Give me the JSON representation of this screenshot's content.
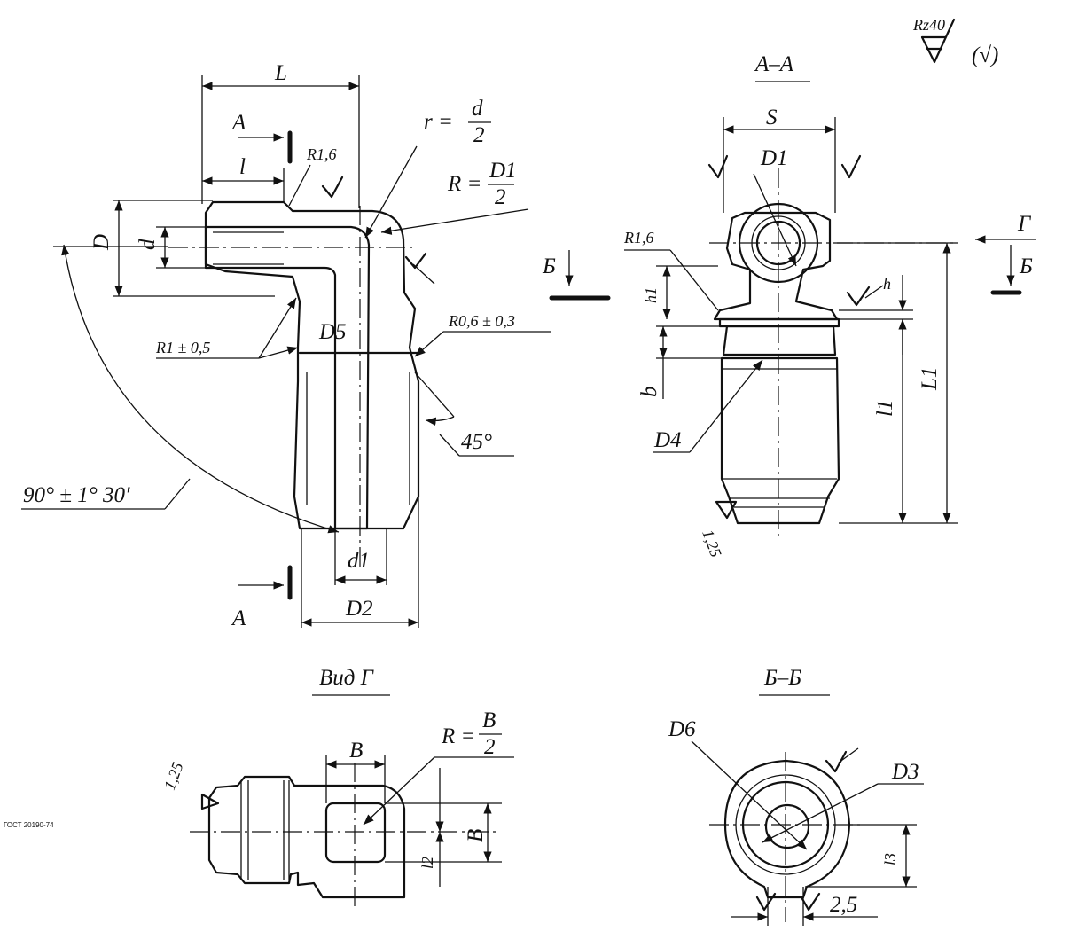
{
  "roughness": {
    "main": "Rz40",
    "bracket": "(√)"
  },
  "main_view": {
    "L": "L",
    "l": "l",
    "D": "D",
    "d": "d",
    "r_label": "r =",
    "r_num": "d",
    "r_den": "2",
    "R_label": "R =",
    "R_num": "D1",
    "R_den": "2",
    "R16": "R1,6",
    "R1": "R1 ± 0,5",
    "R06": "R0,6 ± 0,3",
    "D5": "D5",
    "angle45": "45°",
    "angle90": "90° ± 1° 30′",
    "d1": "d1",
    "D2": "D2",
    "section_A_top": "A",
    "section_A_bottom": "A"
  },
  "section_AA": {
    "title": "A–A",
    "S": "S",
    "D1": "D1",
    "R16": "R1,6",
    "h1": "h1",
    "h": "h",
    "b": "b",
    "l1": "l1",
    "L1": "L1",
    "D4": "D4",
    "rough125": "1,25",
    "view_G": "Г",
    "section_B_right": "Б",
    "section_B_left": "Б"
  },
  "view_G": {
    "title": "Вид Г",
    "B_top": "B",
    "R_label": "R =",
    "R_num": "B",
    "R_den": "2",
    "B_right": "B",
    "l2": "l2",
    "rough125": "1,25"
  },
  "section_BB": {
    "title": "Б–Б",
    "D6": "D6",
    "D3": "D3",
    "l3": "l3",
    "dim25": "2,5"
  },
  "sheet": {
    "standard": "ГОСТ 20190-74"
  }
}
